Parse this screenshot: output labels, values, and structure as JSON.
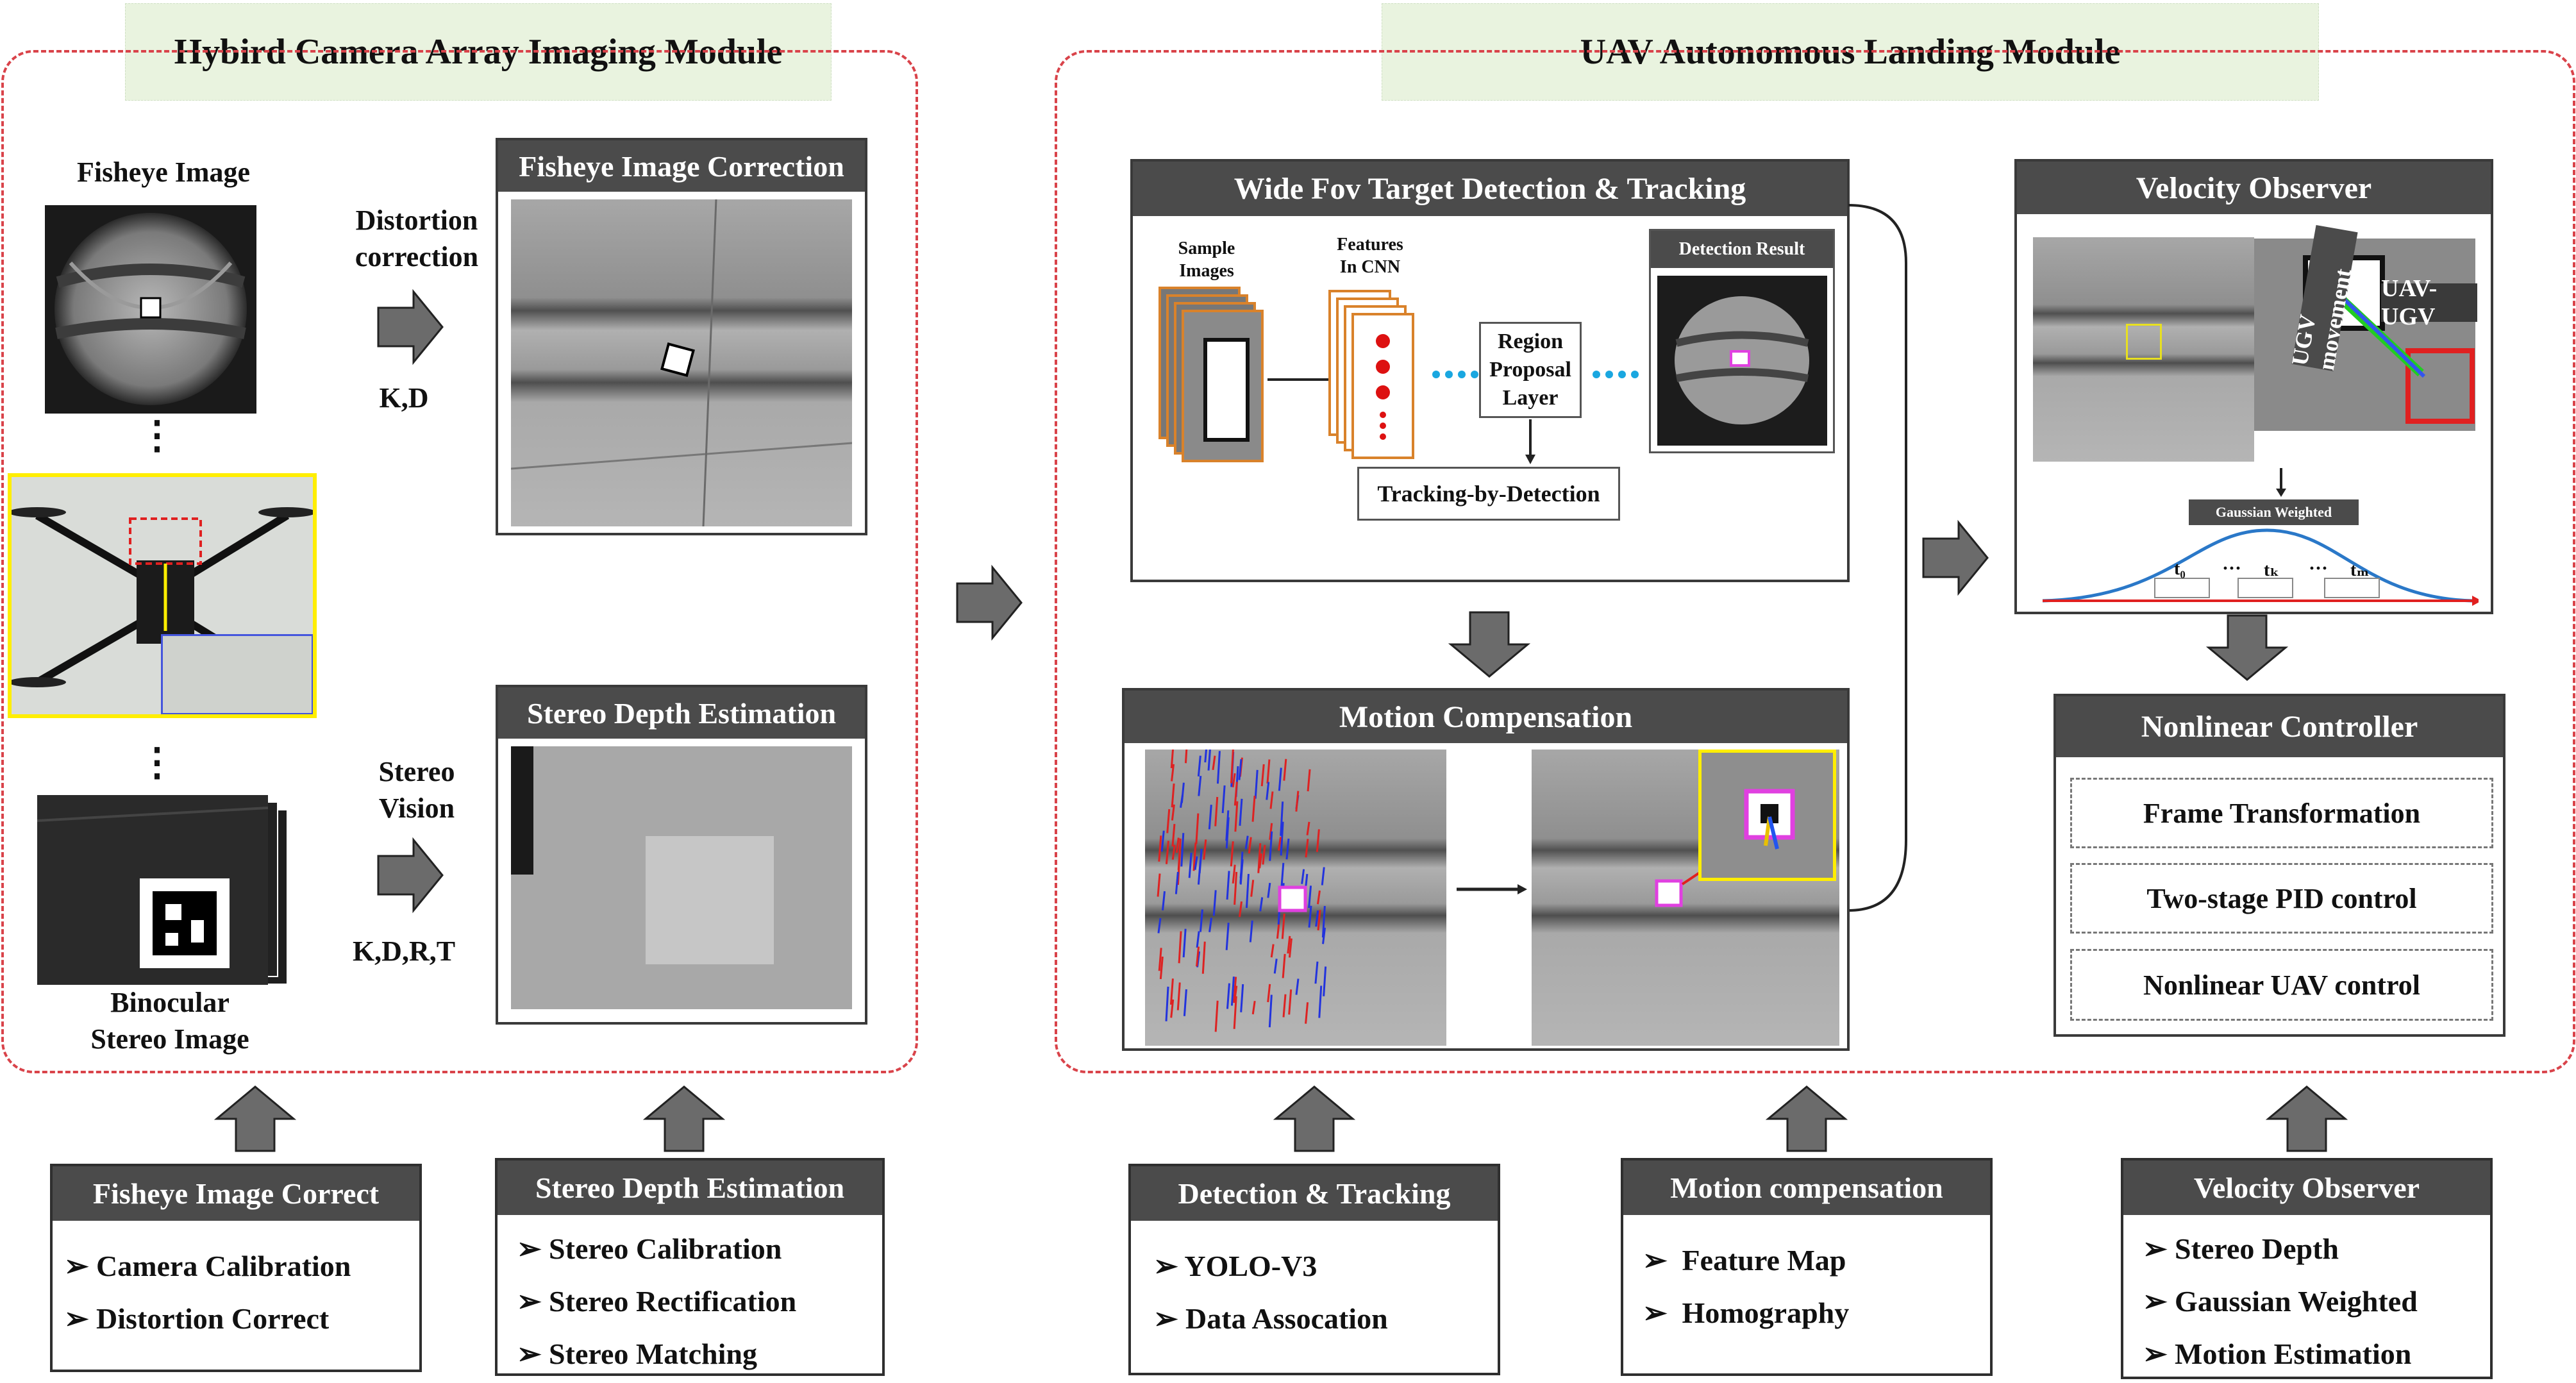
{
  "modules": {
    "left_title": "Hybird Camera Array Imaging Module",
    "right_title": "UAV Autonomous Landing Module"
  },
  "imaging": {
    "fisheye_label": "Fisheye Image",
    "binocular_label_1": "Binocular",
    "binocular_label_2": "Stereo Image",
    "distortion_label_1": "Distortion",
    "distortion_label_2": "correction",
    "kd_label": "K,D",
    "stereo_label_1": "Stereo",
    "stereo_label_2": "Vision",
    "kdrt_label": "K,D,R,T",
    "fisheye_correction_title": "Fisheye Image Correction",
    "stereo_depth_title": "Stereo Depth  Estimation",
    "ellipsis": "⋮"
  },
  "detection_panel": {
    "title": "Wide Fov Target Detection & Tracking",
    "sample_images_1": "Sample",
    "sample_images_2": "Images",
    "features_1": "Features",
    "features_2": "In CNN",
    "region_1": "Region",
    "region_2": "Proposal",
    "region_3": "Layer",
    "detection_result": "Detection Result",
    "tracking": "Tracking-by-Detection"
  },
  "motion_panel": {
    "title": "Motion Compensation"
  },
  "velocity_panel": {
    "title": "Velocity Observer",
    "ugv_movement": "UGV movement",
    "uav_ugv": "UAV-UGV",
    "gaussian": "Gaussian Weighted",
    "t0": "t₀",
    "tk": "tₖ",
    "tm": "tₘ",
    "dots": "···"
  },
  "controller": {
    "title": "Nonlinear Controller",
    "items": [
      "Frame Transformation",
      "Two-stage PID control",
      "Nonlinear UAV control"
    ]
  },
  "bottom_boxes": [
    {
      "title": "Fisheye Image Correct",
      "items": [
        "Camera Calibration",
        "Distortion Correct"
      ]
    },
    {
      "title": "Stereo Depth  Estimation",
      "items": [
        "Stereo Calibration",
        "Stereo Rectification",
        "Stereo Matching"
      ]
    },
    {
      "title": "Detection & Tracking",
      "items": [
        "YOLO-V3",
        "Data Assocation"
      ]
    },
    {
      "title": "Motion compensation",
      "items": [
        "Feature Map",
        "Homography"
      ]
    },
    {
      "title": "Velocity Observer",
      "items": [
        "Stereo Depth",
        "Gaussian Weighted",
        "Motion Estimation"
      ]
    }
  ],
  "bullet": "➢",
  "colors": {
    "header_dark": "#4b4b4b",
    "title_green": "#e9f3df",
    "dashed_red": "#d9434a",
    "highlight_yellow": "#ffee00",
    "arrow_gray": "#6b6b6b"
  }
}
